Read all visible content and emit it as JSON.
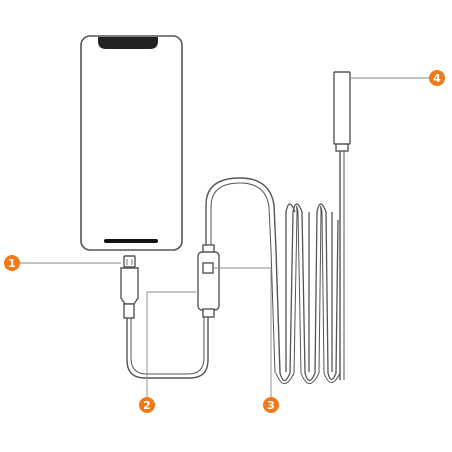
{
  "colors": {
    "outline": "#4a4a4a",
    "cable": "#5a5a5a",
    "accent": "#f07a1a",
    "background": "#ffffff"
  },
  "callouts": [
    {
      "id": "1",
      "label": "1",
      "meaning": "lightning-connector"
    },
    {
      "id": "2",
      "label": "2",
      "meaning": "cable-junction"
    },
    {
      "id": "3",
      "label": "3",
      "meaning": "inline-switch"
    },
    {
      "id": "4",
      "label": "4",
      "meaning": "camera-probe-tip"
    }
  ]
}
